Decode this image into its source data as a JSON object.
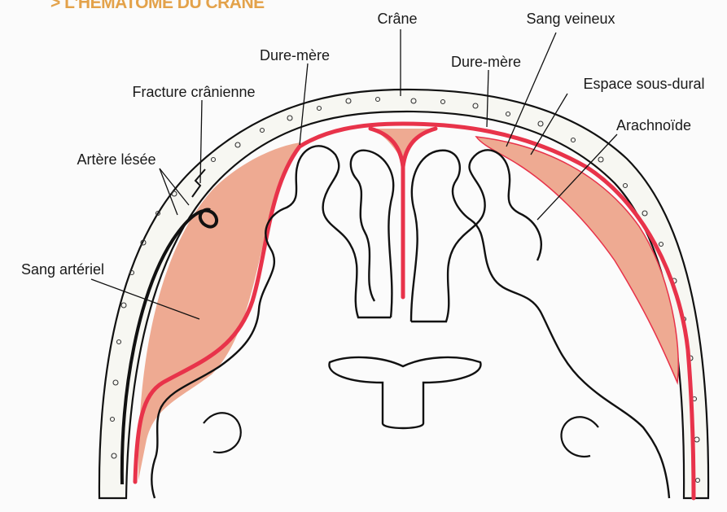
{
  "header": {
    "title": "> L'HÉMATOME DU CRÂNE"
  },
  "labels": {
    "crane": "Crâne",
    "sang_veineux": "Sang veineux",
    "dure_mere_left": "Dure-mère",
    "dure_mere_right": "Dure-mère",
    "espace_sous_dural": "Espace sous-dural",
    "fracture_cranienne": "Fracture crânienne",
    "arachnoide": "Arachnoïde",
    "artere_lesee": "Artère lésée",
    "sang_arteriel": "Sang artériel"
  },
  "colors": {
    "skull_fill": "#f7f7f2",
    "dura_line": "#e8334a",
    "hematoma_fill": "#eeaa92",
    "outline": "#111111",
    "header_accent": "#e3a24a"
  }
}
